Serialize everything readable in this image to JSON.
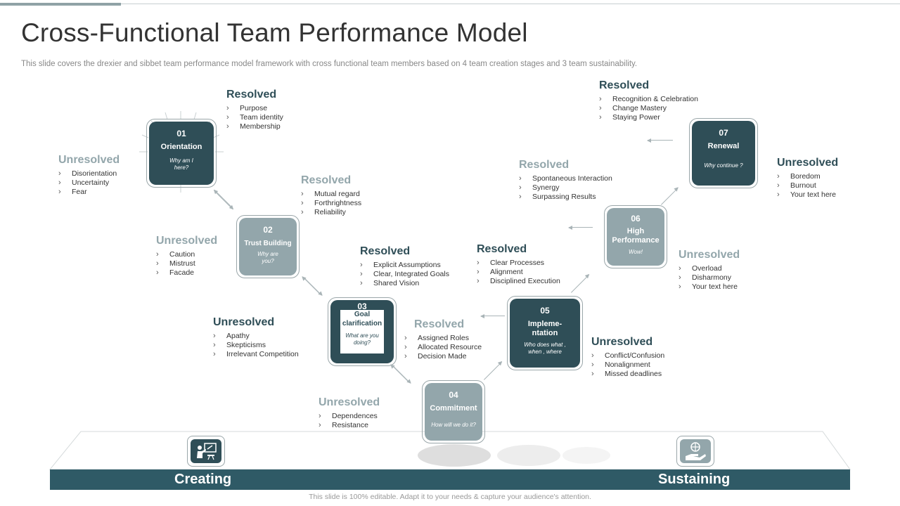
{
  "header": {
    "title": "Cross-Functional Team Performance Model",
    "subtitle": "This slide covers the drexier and sibbet team performance model framework with cross functional team members based on 4 team creation stages and 3 team sustainability."
  },
  "stages": [
    {
      "num": "01",
      "name": "Orientation",
      "question": "Why am I here?"
    },
    {
      "num": "02",
      "name": "Trust Building",
      "question": "Why are you?"
    },
    {
      "num": "03",
      "name": "Goal clarification",
      "question": "What are you doing?"
    },
    {
      "num": "04",
      "name": "Commitment",
      "question": "How will we do it?"
    },
    {
      "num": "05",
      "name": "Impleme-ntation",
      "question": "Who does what , when , where"
    },
    {
      "num": "06",
      "name": "High Performance",
      "question": "Wow!"
    },
    {
      "num": "07",
      "name": "Renewal",
      "question": "Why continue ?"
    }
  ],
  "groups": {
    "s1_resolved": {
      "heading": "Resolved",
      "items": [
        "Purpose",
        "Team identity",
        "Membership"
      ]
    },
    "s1_unresolved": {
      "heading": "Unresolved",
      "items": [
        "Disorientation",
        "Uncertainty",
        "Fear"
      ]
    },
    "s2_resolved": {
      "heading": "Resolved",
      "items": [
        "Mutual regard",
        "Forthrightness",
        "Reliability"
      ]
    },
    "s2_unresolved": {
      "heading": "Unresolved",
      "items": [
        "Caution",
        "Mistrust",
        "Facade"
      ]
    },
    "s3_resolved": {
      "heading": "Resolved",
      "items": [
        "Explicit Assumptions",
        "Clear, Integrated Goals",
        "Shared Vision"
      ]
    },
    "s3_unresolved": {
      "heading": "Unresolved",
      "items": [
        "Apathy",
        "Skepticisms",
        "Irrelevant Competition"
      ]
    },
    "s4_resolved": {
      "heading": "Resolved",
      "items": [
        "Assigned Roles",
        "Allocated Resource",
        "Decision Made"
      ]
    },
    "s4_unresolved": {
      "heading": "Unresolved",
      "items": [
        "Dependences",
        "Resistance"
      ]
    },
    "s5_resolved": {
      "heading": "Resolved",
      "items": [
        "Clear Processes",
        "Alignment",
        "Disciplined Execution"
      ]
    },
    "s5_unresolved": {
      "heading": "Unresolved",
      "items": [
        "Conflict/Confusion",
        "Nonalignment",
        "Missed deadlines"
      ]
    },
    "s6_resolved": {
      "heading": "Resolved",
      "items": [
        "Spontaneous Interaction",
        "Synergy",
        "Surpassing Results"
      ]
    },
    "s6_unresolved": {
      "heading": "Unresolved",
      "items": [
        "Overload",
        "Disharmony",
        "Your text here"
      ]
    },
    "s7_resolved": {
      "heading": "Resolved",
      "items": [
        "Recognition & Celebration",
        "Change Mastery",
        "Staying Power"
      ]
    },
    "s7_unresolved": {
      "heading": "Unresolved",
      "items": [
        "Boredom",
        "Burnout",
        "Your text here"
      ]
    }
  },
  "band": {
    "left_label": "Creating",
    "right_label": "Sustaining"
  },
  "icons": {
    "creating": "presentation-icon",
    "sustaining": "hand-holding-globe-icon"
  },
  "colors": {
    "dark": "#2f4e57",
    "light": "#93a6ab",
    "band": "#2f5a66"
  },
  "footer": {
    "note": "This slide is 100% editable. Adapt it to your needs & capture your audience's attention."
  }
}
